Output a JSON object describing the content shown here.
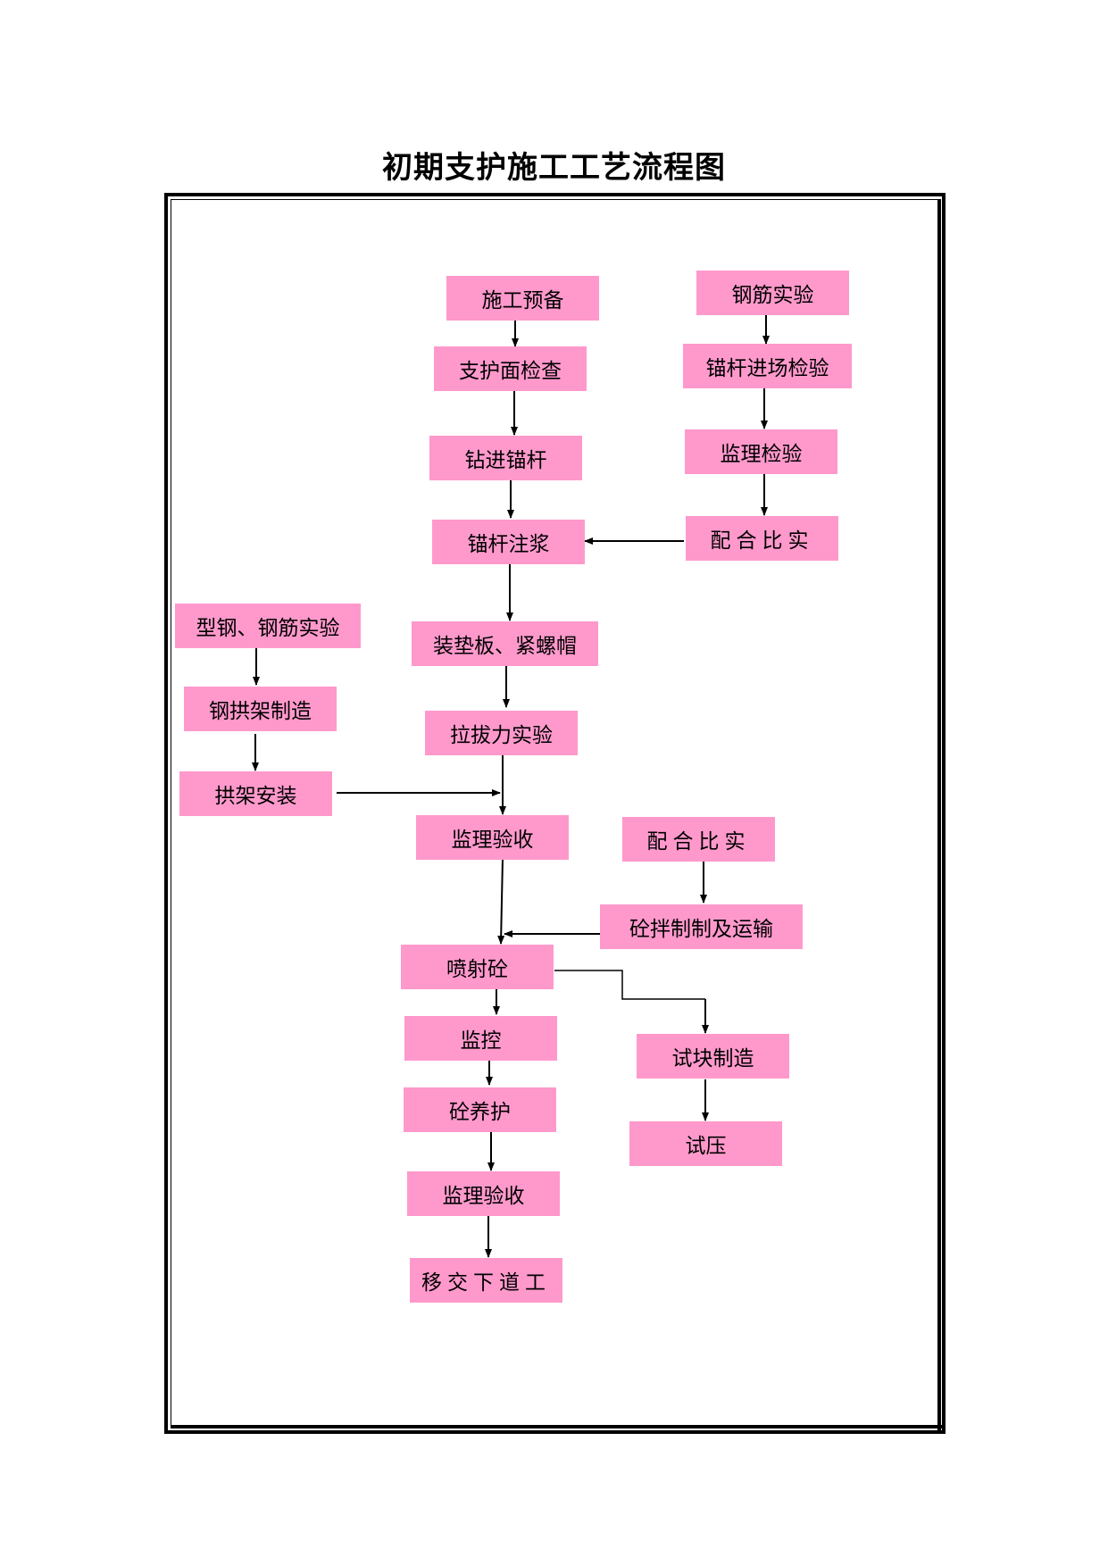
{
  "title": "初期支护施工工艺流程图",
  "nodes": {
    "prep": "施工预备",
    "surface_check": "支护面检查",
    "drill_bolt": "钻进锚杆",
    "bolt_grout": "锚杆注浆",
    "plate_nut": "装垫板、紧螺帽",
    "pull_test": "拉拔力实验",
    "supervise_accept_1": "监理验收",
    "spray": "喷射砼",
    "monitor": "监控",
    "cure": "砼养护",
    "supervise_accept_2": "监理验收",
    "handover": "移交下道工",
    "rebar_test": "钢筋实验",
    "bolt_entry_check": "锚杆进场检验",
    "supervise_check": "监理检验",
    "mix_ratio_1": "配合比实",
    "steel_rebar_test": "型钢、钢筋实验",
    "arch_fabricate": "钢拱架制造",
    "arch_install": "拱架安装",
    "mix_ratio_2": "配合比实",
    "concrete_mix_transport": "砼拌制制及运输",
    "specimen_make": "试块制造",
    "pressure_test": "试压"
  },
  "colors": {
    "box_fill": "#ff99cc",
    "line": "#000000"
  }
}
